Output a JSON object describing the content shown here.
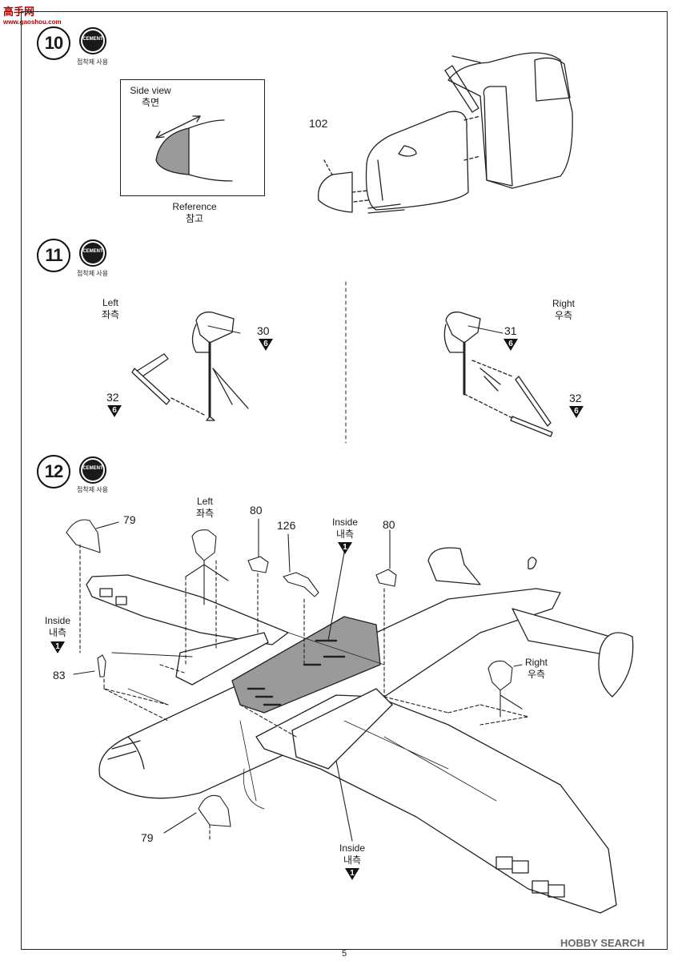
{
  "watermark_top": {
    "main": "高手网",
    "sub": "www.gaoshou.com"
  },
  "watermark_bottom": "HOBBY SEARCH",
  "page_number": "5",
  "cement": {
    "label": "CEMENT",
    "sub": "접착제 사용"
  },
  "step10": {
    "number": "10",
    "ref_box": {
      "title_en": "Side view",
      "title_ko": "측면"
    },
    "reference_en": "Reference",
    "reference_ko": "참고",
    "part": "102"
  },
  "step11": {
    "number": "11",
    "left_en": "Left",
    "left_ko": "좌측",
    "right_en": "Right",
    "right_ko": "우측",
    "parts": [
      {
        "no": "30",
        "sprue": "6"
      },
      {
        "no": "32",
        "sprue": "6"
      },
      {
        "no": "31",
        "sprue": "6"
      },
      {
        "no": "32",
        "sprue": "6"
      }
    ]
  },
  "step12": {
    "number": "12",
    "left_en": "Left",
    "left_ko": "좌측",
    "right_en": "Right",
    "right_ko": "우측",
    "inside_en": "Inside",
    "inside_ko": "내측",
    "inside_sprue": "1",
    "parts": {
      "p79": "79",
      "p80": "80",
      "p126": "126",
      "p83": "83"
    }
  }
}
